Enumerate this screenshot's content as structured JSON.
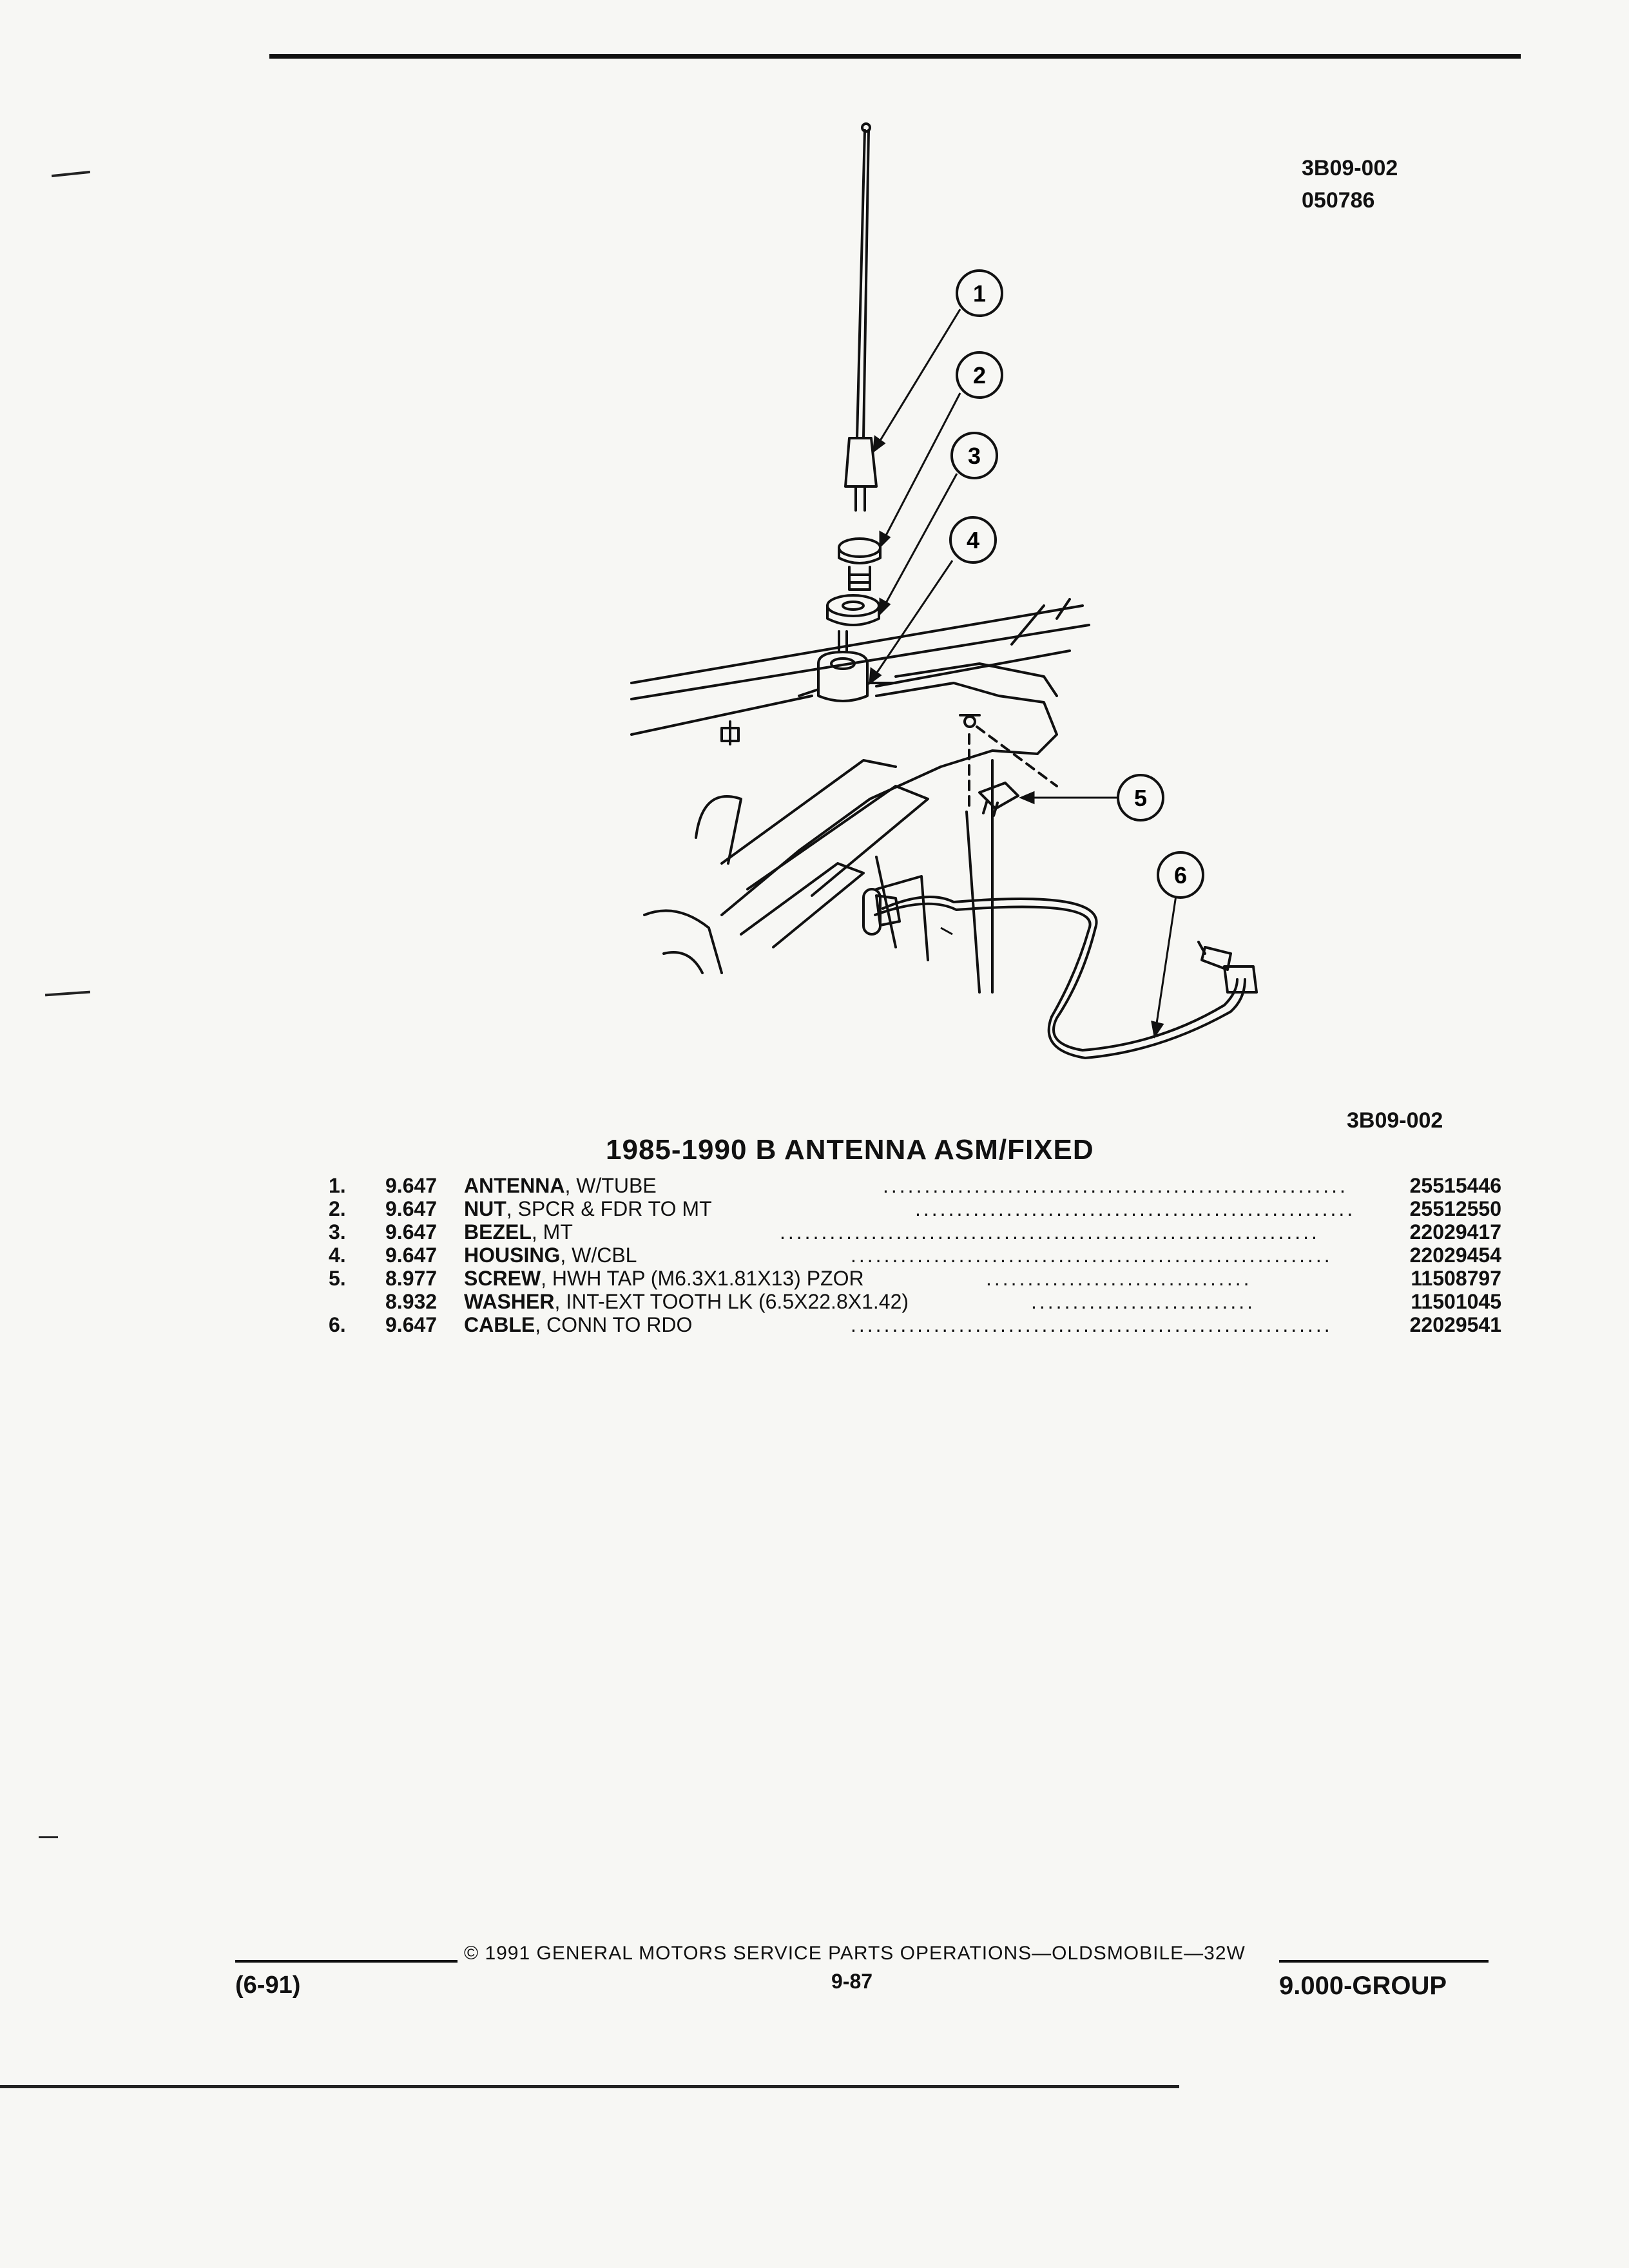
{
  "header": {
    "ref_code": "3B09-002",
    "date_code": "050786"
  },
  "diagram": {
    "callouts": [
      "1",
      "2",
      "3",
      "4",
      "5",
      "6"
    ],
    "ref_code_bottom": "3B09-002"
  },
  "parts_list": {
    "title": "1985-1990 B ANTENNA ASM/FIXED",
    "items": [
      {
        "item": "1.",
        "code": "9.647",
        "name": "ANTENNA",
        "detail": ", W/TUBE",
        "part": "25515446"
      },
      {
        "item": "2.",
        "code": "9.647",
        "name": "NUT",
        "detail": ", SPCR & FDR TO MT",
        "part": "25512550"
      },
      {
        "item": "3.",
        "code": "9.647",
        "name": "BEZEL",
        "detail": ", MT",
        "part": "22029417"
      },
      {
        "item": "4.",
        "code": "9.647",
        "name": "HOUSING",
        "detail": ", W/CBL",
        "part": "22029454"
      },
      {
        "item": "5.",
        "code": "8.977",
        "name": "SCREW",
        "detail": ", HWH TAP (M6.3X1.81X13) PZOR",
        "part": "11508797"
      },
      {
        "item": "",
        "code": "8.932",
        "name": "WASHER",
        "detail": ", INT-EXT TOOTH LK (6.5X22.8X1.42)",
        "part": "11501045"
      },
      {
        "item": "6.",
        "code": "9.647",
        "name": "CABLE",
        "detail": ", CONN TO RDO",
        "part": "22029541"
      }
    ]
  },
  "footer": {
    "revision": "(6-91)",
    "copyright": "© 1991 GENERAL MOTORS SERVICE PARTS OPERATIONS—OLDSMOBILE—32W",
    "page": "9-87",
    "group": "9.000-GROUP"
  }
}
